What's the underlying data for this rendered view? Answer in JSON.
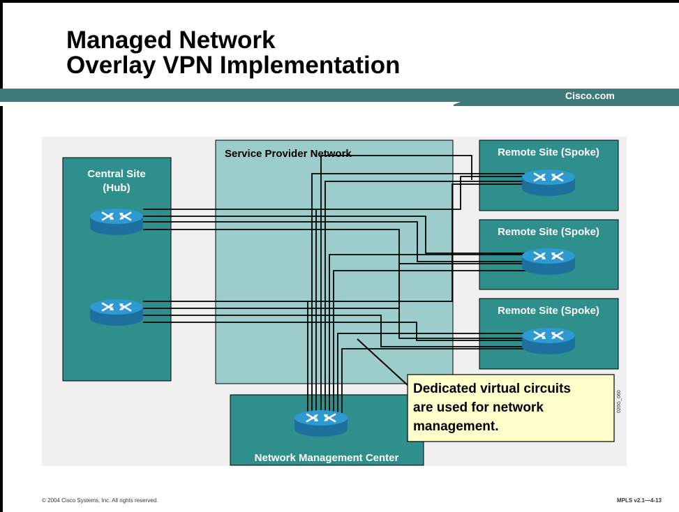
{
  "slide": {
    "title_line1": "Managed Network",
    "title_line2": "Overlay VPN Implementation",
    "brand": "Cisco.com",
    "footer_left": "© 2004 Cisco Systems, Inc. All rights reserved.",
    "footer_right": "MPLS v2.1—4-13",
    "slide_code": "020G_060"
  },
  "diagram": {
    "central_site_line1": "Central Site",
    "central_site_line2": "(Hub)",
    "provider_network": "Service Provider Network",
    "remote_site_1": "Remote Site (Spoke)",
    "remote_site_2": "Remote Site (Spoke)",
    "remote_site_3": "Remote Site (Spoke)",
    "nmc": "Network Management Center",
    "callout_line1": "Dedicated virtual circuits",
    "callout_line2": "are used for network",
    "callout_line3": "management."
  },
  "colors": {
    "site_teal": "#2e8f8c",
    "provider_teal": "#9ccccb",
    "background_gray": "#f0f0f0",
    "router_blue": "#2f9ad2",
    "callout_yellow": "#ffffcc",
    "bar_teal": "#3e7a78"
  },
  "icons": [
    "router-icon"
  ]
}
